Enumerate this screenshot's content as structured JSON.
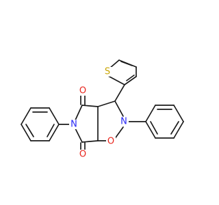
{
  "molecule": {
    "atoms": {
      "o_ketone_top": {
        "symbol": "O",
        "color": "#e8241c"
      },
      "o_ketone_bottom": {
        "symbol": "O",
        "color": "#e8241c"
      },
      "n_imide": {
        "symbol": "N",
        "color": "#2727f5"
      },
      "n_isoxazolidine": {
        "symbol": "N",
        "color": "#2727f5"
      },
      "o_isoxazolidine": {
        "symbol": "O",
        "color": "#e8241c"
      },
      "s_thiophene": {
        "symbol": "S",
        "color": "#c8a400"
      }
    },
    "bond_color": "#1a1a1a"
  }
}
